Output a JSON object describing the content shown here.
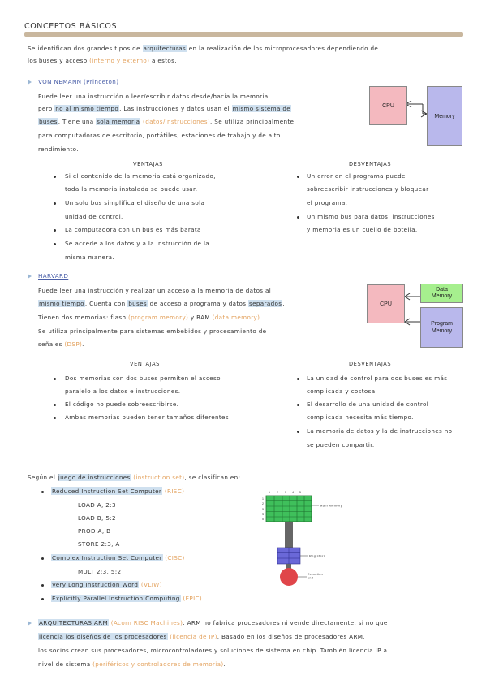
{
  "title": "CONCEPTOS BÁSICOS",
  "intro": {
    "l1_a": "Se identifican dos grandes tipos de ",
    "l1_hl": "arquitecturas",
    "l1_b": " en la realización de los microprocesadores dependiendo de",
    "l2_a": "los buses y acceso ",
    "l2_org": "(interno y externo)",
    "l2_b": " a estos."
  },
  "von": {
    "title": "VON NEMANN (Princeton)",
    "p1": "Puede leer una instrucción o leer/escribir datos desde/hacia la memoria,",
    "p2_a": "pero ",
    "p2_hl1": "no al mismo tiempo",
    "p2_b": ". Las instrucciones y datos usan el ",
    "p2_hl2": "mismo sistema de",
    "p3_hl": "buses",
    "p3_a": ". Tiene una ",
    "p3_hl2": "sola memoria",
    "p3_org": " (datos/instrucciones)",
    "p3_b": ". Se utiliza principalmente",
    "p4": "para computadoras de escritorio, portátiles, estaciones de trabajo y de alto",
    "p5": "rendimiento.",
    "ventajas_title": "VENTAJAS",
    "ventajas": [
      "Si el contenido de la memoria está organizado,",
      "toda la memoria instalada se puede usar.",
      "Un solo bus simplifica el diseño de una sola",
      "unidad de control.",
      "La computadora con un bus es más barata",
      "Se accede a los datos y a la instrucción de la",
      "misma manera."
    ],
    "desv_title": "DESVENTAJAS",
    "desventajas": [
      "Un error en el programa puede",
      "sobreescribir instrucciones y bloquear",
      "el programa.",
      "Un mismo bus para datos, instrucciones",
      "y memoria es un cuello de botella."
    ],
    "diagram": {
      "cpu": "CPU",
      "memory": "Memory"
    }
  },
  "harvard": {
    "title": "HARVARD",
    "p1": "Puede leer una instrucción y realizar un acceso a la memoria de datos al",
    "p2_hl": "mismo tiempo",
    "p2_a": ". Cuenta con ",
    "p2_hl2": "buses",
    "p2_b": " de acceso a programa y datos ",
    "p2_hl3": "separados",
    "p2_c": ".",
    "p3_a": "Tienen dos memorias: flash ",
    "p3_org1": "(program memory)",
    "p3_b": " y RAM ",
    "p3_org2": "(data memory)",
    "p3_c": ".",
    "p4": "Se utiliza principalmente para sistemas embebidos y procesamiento de",
    "p5_a": "señales ",
    "p5_org": "(DSP)",
    "p5_b": ".",
    "ventajas_title": "VENTAJAS",
    "ventajas": [
      "Dos memorias con dos buses permiten el acceso",
      "paralelo a los datos e instrucciones.",
      "El código no puede sobreescribirse.",
      "Ambas memorias pueden tener tamaños diferentes"
    ],
    "desv_title": "DESVENTAJAS",
    "desventajas": [
      "La unidad de control para dos buses es más",
      "complicada y costosa.",
      "El desarrollo de una unidad de control",
      "complicada necesita más tiempo.",
      "La memoria de datos y la de instrucciones no",
      "se pueden compartir."
    ],
    "diagram": {
      "cpu": "CPU",
      "data_memory": "Data\nMemory",
      "program_memory": "Program\nMemory"
    }
  },
  "isa": {
    "intro_a": "Según el ",
    "intro_hl": "juego de instrucciones",
    "intro_org": " (instruction set)",
    "intro_b": ", se clasifican en:",
    "risc_hl": "Reduced Instruction Set Computer",
    "risc_org": " (RISC)",
    "risc_code": [
      "LOAD A, 2:3",
      "LOAD B, 5:2",
      "PROD A, B",
      "STORE 2:3, A"
    ],
    "cisc_hl": "Complex Instruction Set Computer",
    "cisc_org": " (CISC)",
    "cisc_code": "MULT 2:3, 5:2",
    "vliw_hl": "Very Long Instruction Word",
    "vliw_org": " (VLIW)",
    "epic_hl": "Explicitly Parallel Instruction Computing",
    "epic_org": " (EPIC)",
    "diagram": {
      "main_memory": "Main Memory",
      "registers": "Registers",
      "execution": "Execution\nunit"
    }
  },
  "arm": {
    "l1_hl": "ARQUITECTURAS ARM",
    "l1_org": " (Acorn RISC Machines)",
    "l1_a": ". ARM no fabrica procesadores ni vende directamente, si no que",
    "l2_hl": "licencia los diseños de los procesadores",
    "l2_org": " (licencia de IP)",
    "l2_a": ". Basado en los diseños de procesadores ARM,",
    "l3": "los socios crean sus procesadores, microcontroladores y soluciones de sistema en chip. También licencia IP a",
    "l4_a": "nivel de sistema ",
    "l4_org": "(periféricos y controladores de memoria)",
    "l4_b": "."
  },
  "colors": {
    "highlight": "#cfe0ef",
    "orange": "#e3a25e",
    "cpu_fill": "#f4b9bf",
    "memory_fill": "#b9b8ec",
    "data_mem_fill": "#a6ef8e",
    "grid_green": "#3fbf5b",
    "reg_blue": "#6a68d8",
    "exec_red": "#e0454a"
  }
}
